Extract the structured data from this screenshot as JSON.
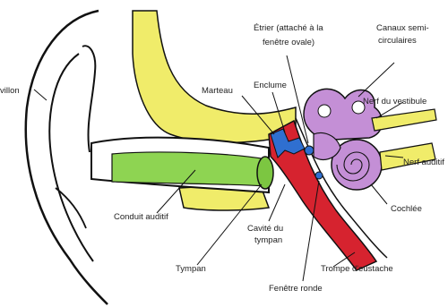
{
  "labels": {
    "pavillon": "villon",
    "etrier": "Étrier (attaché à la",
    "etrier_line2": "fenêtre ovale)",
    "canaux": "Canaux semi-",
    "canaux_line2": "circulaires",
    "marteau": "Marteau",
    "enclume": "Enclume",
    "nerf_vestibule": "Nerf du vestibule",
    "nerf_auditif": "Nerf auditif",
    "conduit": "Conduit auditif",
    "cochlee": "Cochlée",
    "cavite": "Cavité du",
    "cavite_line2": "tympan",
    "tympan": "Tympan",
    "trompe": "Trompe d'eustache",
    "fenetre_ronde": "Fenêtre ronde"
  },
  "colors": {
    "bone": "#f0ec6a",
    "canal": "#8ed452",
    "tube": "#d6232f",
    "inner_ear": "#c48fd6",
    "ossicles": "#2f6fd0",
    "outline": "#111111"
  }
}
